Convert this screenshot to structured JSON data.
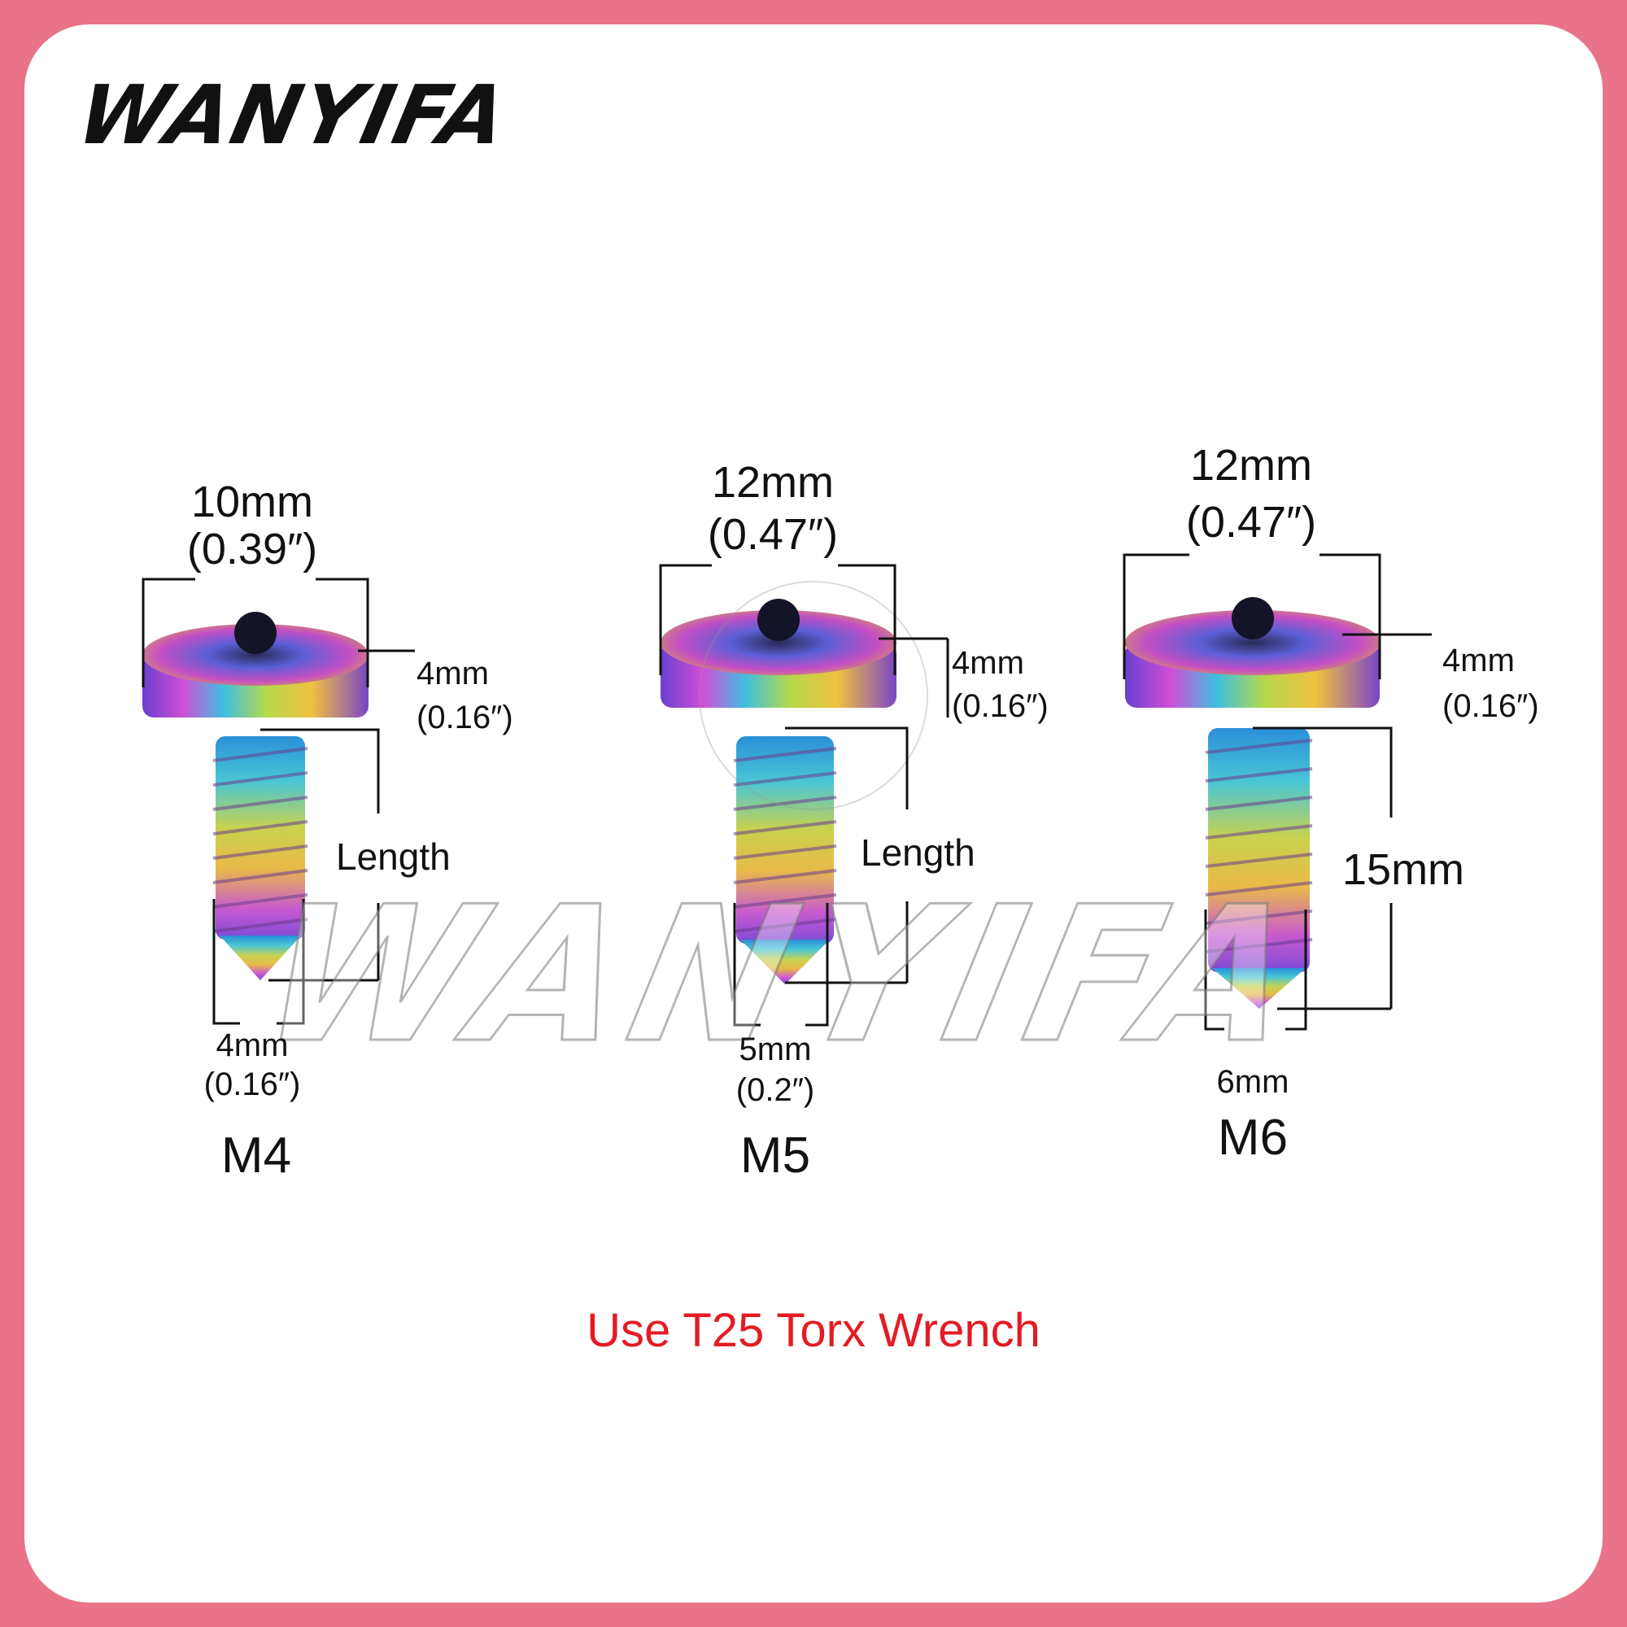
{
  "brand": {
    "logo_text": "WANYIFA",
    "watermark_text": "WANYIFA"
  },
  "screws": [
    {
      "model": "M4",
      "head_diameter": "10mm",
      "head_diameter_in": "(0.39″)",
      "head_height": "4mm",
      "head_height_in": "(0.16″)",
      "length_label": "Length",
      "thread_diameter": "4mm",
      "thread_diameter_in": "(0.16″)"
    },
    {
      "model": "M5",
      "head_diameter": "12mm",
      "head_diameter_in": "(0.47″)",
      "head_height": "4mm",
      "head_height_in": "(0.16″)",
      "length_label": "Length",
      "thread_diameter": "5mm",
      "thread_diameter_in": "(0.2″)"
    },
    {
      "model": "M6",
      "head_diameter": "12mm",
      "head_diameter_in": "(0.47″)",
      "head_height": "4mm",
      "head_height_in": "(0.16″)",
      "length_label": "15mm",
      "thread_diameter": "6mm"
    }
  ],
  "note": {
    "text": "Use T25 Torx Wrench",
    "color": "#e41b23"
  },
  "colors": {
    "border": "#e97388",
    "panel": "#ffffff",
    "text": "#111111"
  }
}
